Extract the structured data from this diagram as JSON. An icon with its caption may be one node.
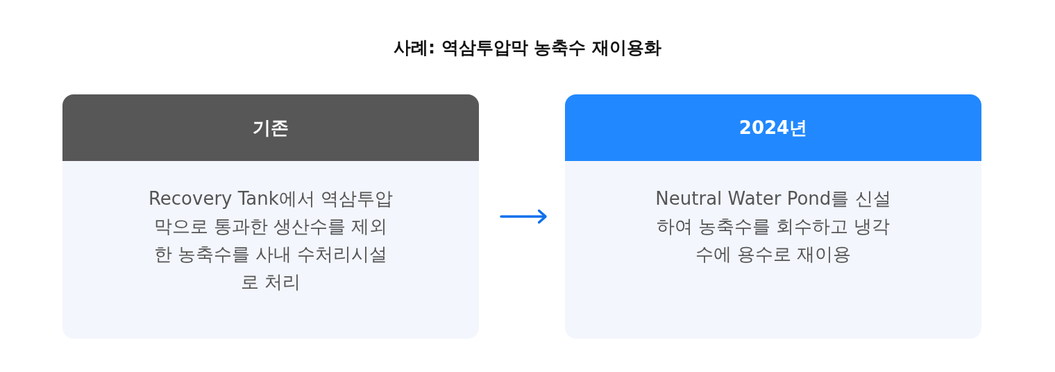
{
  "diagram": {
    "title": "사례: 역삼투압막 농축수 재이용화",
    "nodes": [
      {
        "text": [
          "기존",
          "Recovery Tank에서 역삼투압막으로 통과한 생산수를 제외한 농축수를 사내 수처리시설로 처리"
        ]
      },
      {
        "text": [
          "2024년",
          "Neutral Water Pond를 신설하여 농축수를 회수하고 냉각수에 용수로 재이용"
        ]
      }
    ],
    "edges": [
      {
        "from": 0,
        "to": 1,
        "arrow": "to"
      }
    ]
  }
}
